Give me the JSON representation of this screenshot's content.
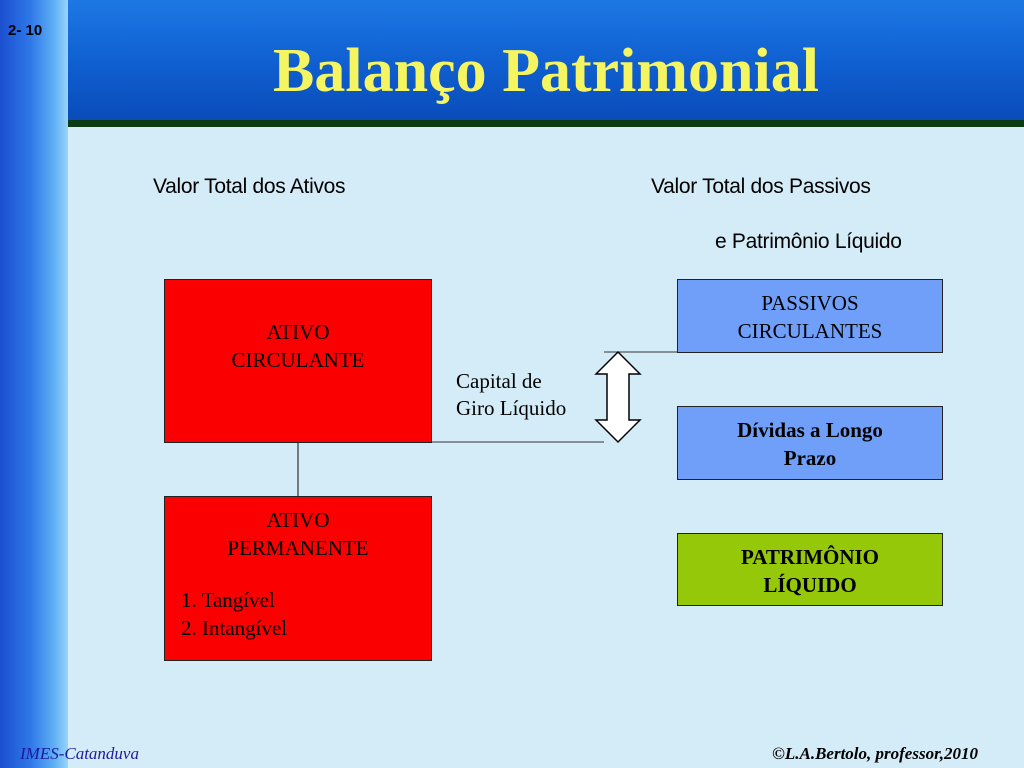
{
  "slide": {
    "number": "2- 10",
    "title": "Balanço Patrimonial",
    "footer_left": "IMES-Catanduva",
    "footer_right": "©L.A.Bertolo, professor,2010"
  },
  "labels": {
    "assets_total": "Valor Total dos Ativos",
    "liabilities_total_line1": "Valor Total dos  Passivos",
    "liabilities_total_line2": "e Patrimônio Líquido",
    "working_capital_line1": "Capital de",
    "working_capital_line2": "Giro Líquido"
  },
  "boxes": {
    "ativo_circulante": {
      "line1": "ATIVO",
      "line2": "CIRCULANTE",
      "color": "#fb0000"
    },
    "ativo_permanente": {
      "line1": "ATIVO",
      "line2": "PERMANENTE",
      "items": [
        "1. Tangível",
        "2. Intangível"
      ],
      "color": "#fb0000"
    },
    "passivos_circulantes": {
      "line1": "PASSIVOS",
      "line2": "CIRCULANTES",
      "color": "#6f9ff8"
    },
    "dividas_longo_prazo": {
      "line1": "Dívidas a Longo",
      "line2": "Prazo",
      "color": "#6f9ff8"
    },
    "patrimonio_liquido": {
      "line1": "PATRIMÔNIO",
      "line2": "LÍQUIDO",
      "color": "#96c80a"
    }
  },
  "colors": {
    "title_text": "#f5f562",
    "header_bg": "#0f5ecf",
    "content_bg": "#d4ecf8",
    "header_rule": "#0a3b14"
  },
  "icons": {
    "double_arrow": "double-headed-vertical-arrow"
  }
}
